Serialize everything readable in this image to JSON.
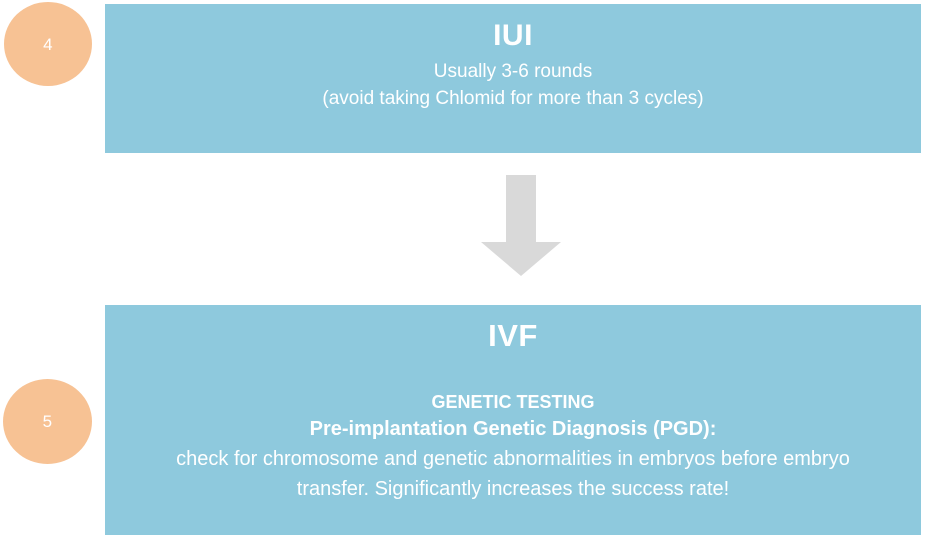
{
  "diagram": {
    "steps": [
      {
        "number": "4",
        "title": "IUI",
        "lines": [
          "Usually 3-6 rounds",
          "(avoid taking Chlomid for more than 3 cycles)"
        ]
      },
      {
        "number": "5",
        "title": "IVF",
        "lines": [
          "GENETIC TESTING",
          "Pre-implantation Genetic Diagnosis (PGD):",
          "check for chromosome and genetic abnormalities in embryos before embryo",
          "transfer. Significantly increases the success rate!"
        ]
      }
    ],
    "connector": {
      "icon": "down-arrow-icon",
      "color": "#d9d9d9"
    },
    "colors": {
      "panel_background": "#8ec9dd",
      "circle_background": "#f7c294",
      "text": "#ffffff",
      "arrow": "#d9d9d9",
      "page_background": "#ffffff"
    }
  }
}
